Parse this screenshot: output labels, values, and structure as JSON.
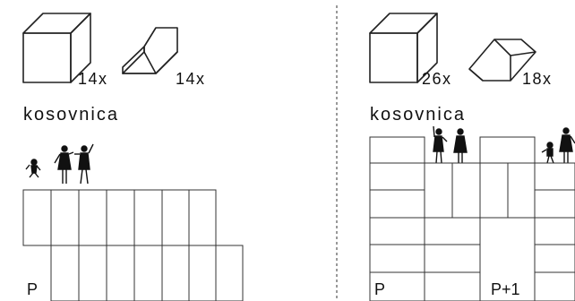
{
  "left_panel": {
    "block_count": "14x",
    "wedge_count": "14x",
    "roof_label": "kosovnica",
    "level_label": "P"
  },
  "right_panel": {
    "block_count": "26x",
    "wedge_count": "18x",
    "roof_label": "kosovnica",
    "level_label": "P",
    "level_label_2": "P+1"
  },
  "colors": {
    "stroke": "#222222",
    "background": "#ffffff",
    "figure": "#111111"
  },
  "icons": [
    "box-block-icon",
    "wedge-block-icon",
    "person-figure-icon",
    "divider-dashed-line"
  ]
}
